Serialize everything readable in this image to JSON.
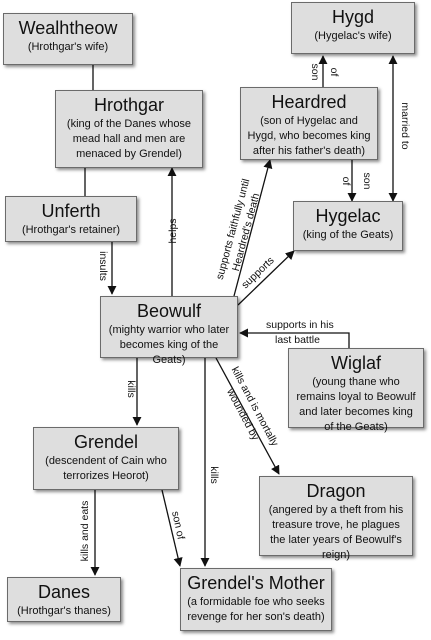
{
  "nodes": {
    "wealhtheow": {
      "title": "Wealhtheow",
      "desc": "(Hrothgar's wife)"
    },
    "hrothgar": {
      "title": "Hrothgar",
      "desc": "(king of the Danes whose mead hall and men are menaced by Grendel)"
    },
    "unferth": {
      "title": "Unferth",
      "desc": "(Hrothgar's retainer)"
    },
    "hygd": {
      "title": "Hygd",
      "desc": "(Hygelac's wife)"
    },
    "heardred": {
      "title": "Heardred",
      "desc": "(son of Hygelac and Hygd, who becomes king after his father's death)"
    },
    "hygelac": {
      "title": "Hygelac",
      "desc": "(king of the Geats)"
    },
    "beowulf": {
      "title": "Beowulf",
      "desc": "(mighty warrior who later becomes king of the Geats)"
    },
    "wiglaf": {
      "title": "Wiglaf",
      "desc": "(young thane who remains loyal to Beowulf and later becomes king of the Geats)"
    },
    "grendel": {
      "title": "Grendel",
      "desc": "(descendent of Cain who terrorizes Heorot)"
    },
    "dragon": {
      "title": "Dragon",
      "desc": "(angered by a theft from his treasure trove, he plagues the later years of Beowulf's reign)"
    },
    "danes": {
      "title": "Danes",
      "desc": "(Hrothgar's thanes)"
    },
    "grendels_mother": {
      "title": "Grendel's Mother",
      "desc": "(a formidable foe who seeks revenge for her son's death)"
    }
  },
  "edges": {
    "helps": "helps",
    "insults": "insults",
    "supports_faithfully": [
      "supports faithfully until",
      "Heardred's death"
    ],
    "supports": "supports",
    "supports_last": [
      "supports in his",
      "last battle"
    ],
    "son_of_hygd": "son",
    "of_hygd": "of",
    "son_of_hygelac": "son",
    "of_hygelac": "of",
    "married_to": "married to",
    "kills_grendel": "kills",
    "kills_mother": "kills",
    "kills_and_mortally": [
      "kills and is mortally",
      "wounded by"
    ],
    "kills_and_eats": "kills and eats",
    "son_of_mother": "son of"
  }
}
